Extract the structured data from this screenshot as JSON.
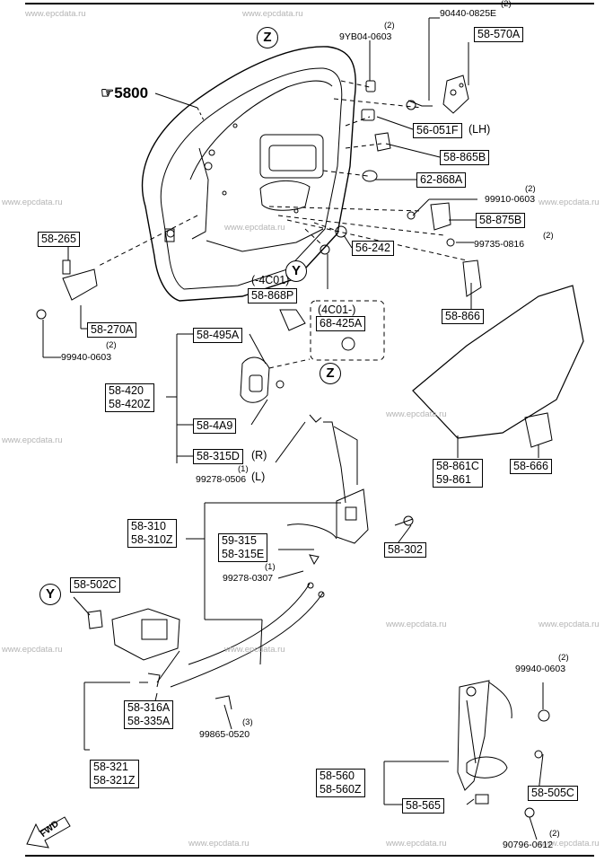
{
  "watermark": "www.epcdata.ru",
  "main_ref": "☞5800",
  "view_markers": {
    "z": "Z",
    "y": "Y"
  },
  "fwd": "FWD",
  "parts": {
    "p58_570A": "58-570A",
    "p56_051F": "56-051F",
    "p56_051F_note": "(LH)",
    "p58_865B": "58-865B",
    "p62_868A": "62-868A",
    "p58_875B": "58-875B",
    "p56_242": "56-242",
    "p58_265": "58-265",
    "p58_270A": "58-270A",
    "p58_868P": "58-868P",
    "p58_868P_note": "(-4C01)",
    "p68_425A": "68-425A",
    "p68_425A_note": "(4C01-)",
    "p58_866": "58-866",
    "p58_495A": "58-495A",
    "p58_420": "58-420",
    "p58_420Z": "58-420Z",
    "p58_4A9": "58-4A9",
    "p58_315D": "58-315D",
    "p58_315D_note_r": "(R)",
    "p58_315D_note_l": "(L)",
    "p58_861C": "58-861C",
    "p59_861": "59-861",
    "p58_666": "58-666",
    "p58_310": "58-310",
    "p58_310Z": "58-310Z",
    "p59_315": "59-315",
    "p58_315E": "58-315E",
    "p58_302": "58-302",
    "p58_502C": "58-502C",
    "p58_316A": "58-316A",
    "p58_335A": "58-335A",
    "p58_321": "58-321",
    "p58_321Z": "58-321Z",
    "p58_560": "58-560",
    "p58_560Z": "58-560Z",
    "p58_565": "58-565",
    "p58_505C": "58-505C"
  },
  "bolts": {
    "b90440": "90440-0825E",
    "b9YB04": "9YB04-0603",
    "b99910": "99910-0603",
    "b99735": "99735-0816",
    "b99940a": "99940-0603",
    "b99278a": "99278-0506",
    "b99278b": "99278-0307",
    "b99865": "99865-0520",
    "b99940b": "99940-0603",
    "b90796": "90796-0612"
  },
  "qty": {
    "q1": "(1)",
    "q2": "(2)",
    "q3": "(3)"
  }
}
